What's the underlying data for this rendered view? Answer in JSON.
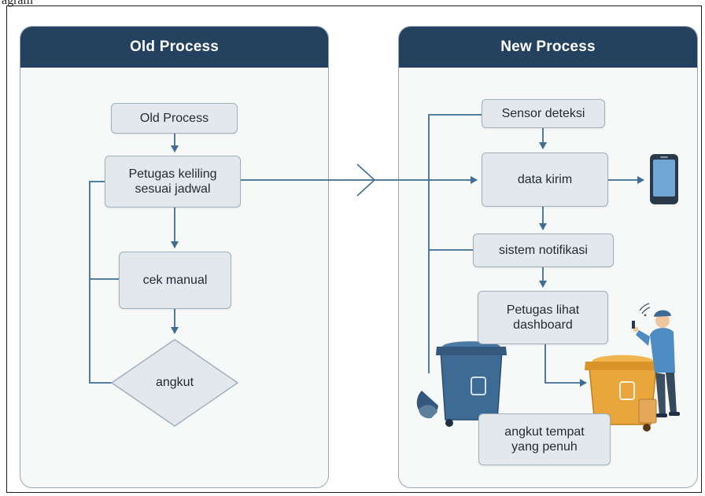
{
  "caption_fragment": "agram",
  "old_process": {
    "title": "Old Process",
    "steps": [
      "Old Process",
      "Petugas keliling\nsesuai jadwal",
      "cek manual",
      "angkut"
    ]
  },
  "new_process": {
    "title": "New Process",
    "steps": [
      "Sensor deteksi",
      "data kirim",
      "sistem notifikasi",
      "Petugas lihat\ndashboard",
      "angkut tempat\nyang penuh"
    ]
  },
  "colors": {
    "header": "#24415f",
    "node_fill": "#e3e8ec",
    "connector": "#3f6d93",
    "bin_blue": "#3e6b93",
    "bin_orange": "#e8a63c"
  },
  "icons": [
    "smartphone-icon",
    "blue-trash-bin-icon",
    "orange-trash-bin-icon",
    "worker-icon",
    "wifi-signal-icon"
  ]
}
